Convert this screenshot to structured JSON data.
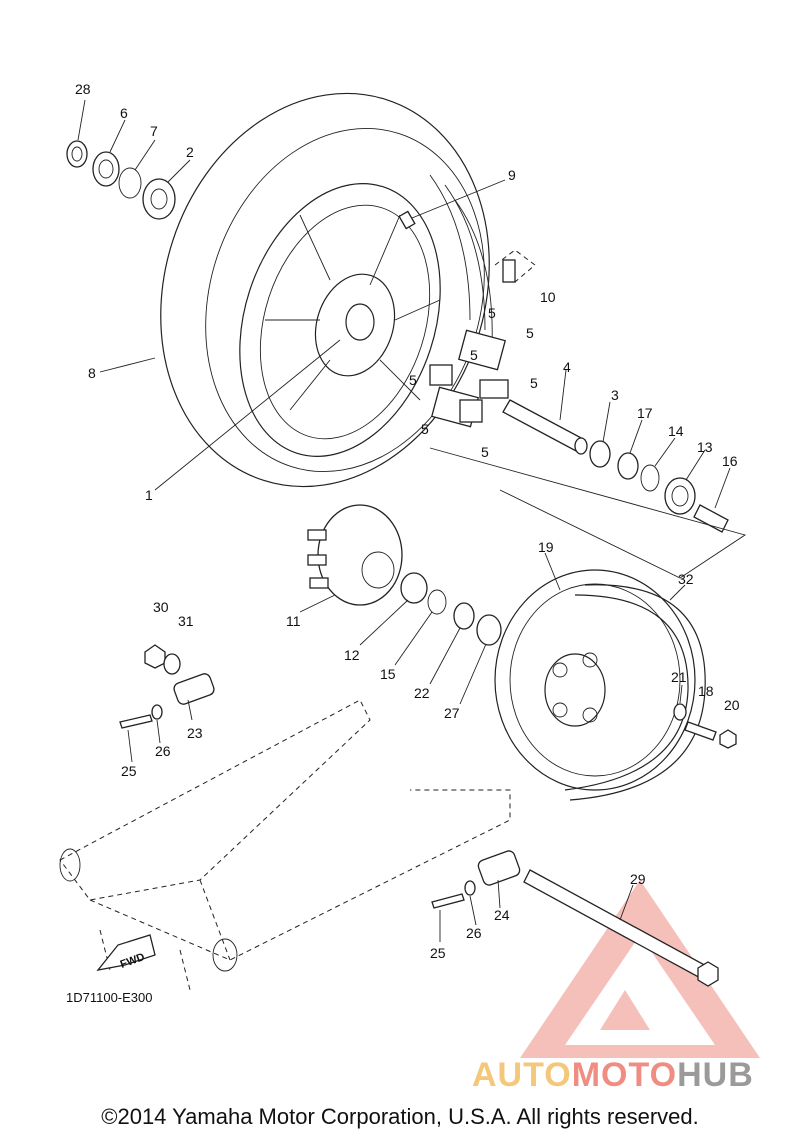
{
  "diagram": {
    "part_code": "1D71100-E300",
    "fwd_label": "FWD",
    "copyright": "©2014 Yamaha Motor Corporation, U.S.A. All rights reserved.",
    "watermark": {
      "part1": "AUTO",
      "part2": "MOTO",
      "part3": "HUB",
      "colors": {
        "auto": "#f5c77a",
        "moto": "#ef8d82",
        "hub": "#9a9a9a",
        "triangle": "#ef8d82"
      }
    },
    "callouts": [
      "28",
      "6",
      "7",
      "2",
      "9",
      "10",
      "8",
      "5",
      "5",
      "5",
      "5",
      "5",
      "5",
      "5",
      "4",
      "3",
      "17",
      "14",
      "13",
      "16",
      "1",
      "19",
      "32",
      "11",
      "12",
      "15",
      "22",
      "27",
      "30",
      "31",
      "26",
      "23",
      "25",
      "21",
      "18",
      "20",
      "29",
      "24",
      "26",
      "25"
    ]
  }
}
